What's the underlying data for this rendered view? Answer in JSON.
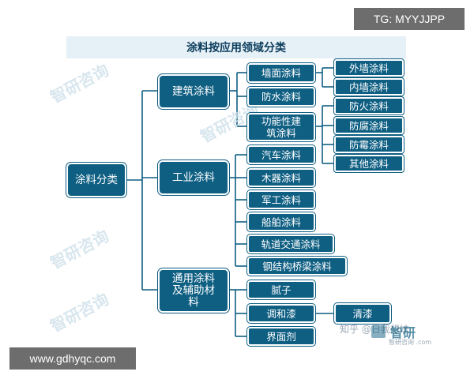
{
  "overlays": {
    "tg": "TG: MYYJJPP",
    "url": "www.gdhyqc.com",
    "zhihu": "知乎 @日我想妹",
    "logo_text": "智研",
    "logo_sub": "智研咨询 .com"
  },
  "watermarks": [
    "智研咨询",
    "智研咨询",
    "智研咨询",
    "智研咨询"
  ],
  "diagram": {
    "title": "涂料按应用领域分类",
    "root": "涂料分类",
    "level1": {
      "architectural": "建筑涂料",
      "industrial": "工业涂料",
      "general": "通用涂料\n及辅助材\n料"
    },
    "architectural_children": {
      "wall": "墙面涂料",
      "waterproof": "防水涂料",
      "functional": "功能性建\n筑涂料"
    },
    "wall_children": [
      "外墙涂料",
      "内墙涂料"
    ],
    "functional_children": [
      "防火涂料",
      "防腐涂料",
      "防霉涂料",
      "其他涂料"
    ],
    "industrial_children": [
      "汽车涂料",
      "木器涂料",
      "军工涂料",
      "船舶涂料",
      "轨道交通涂料",
      "钢结构桥梁涂料"
    ],
    "general_children": [
      "腻子",
      "调和漆",
      "界面剂"
    ],
    "general_paint_child": "清漆"
  }
}
